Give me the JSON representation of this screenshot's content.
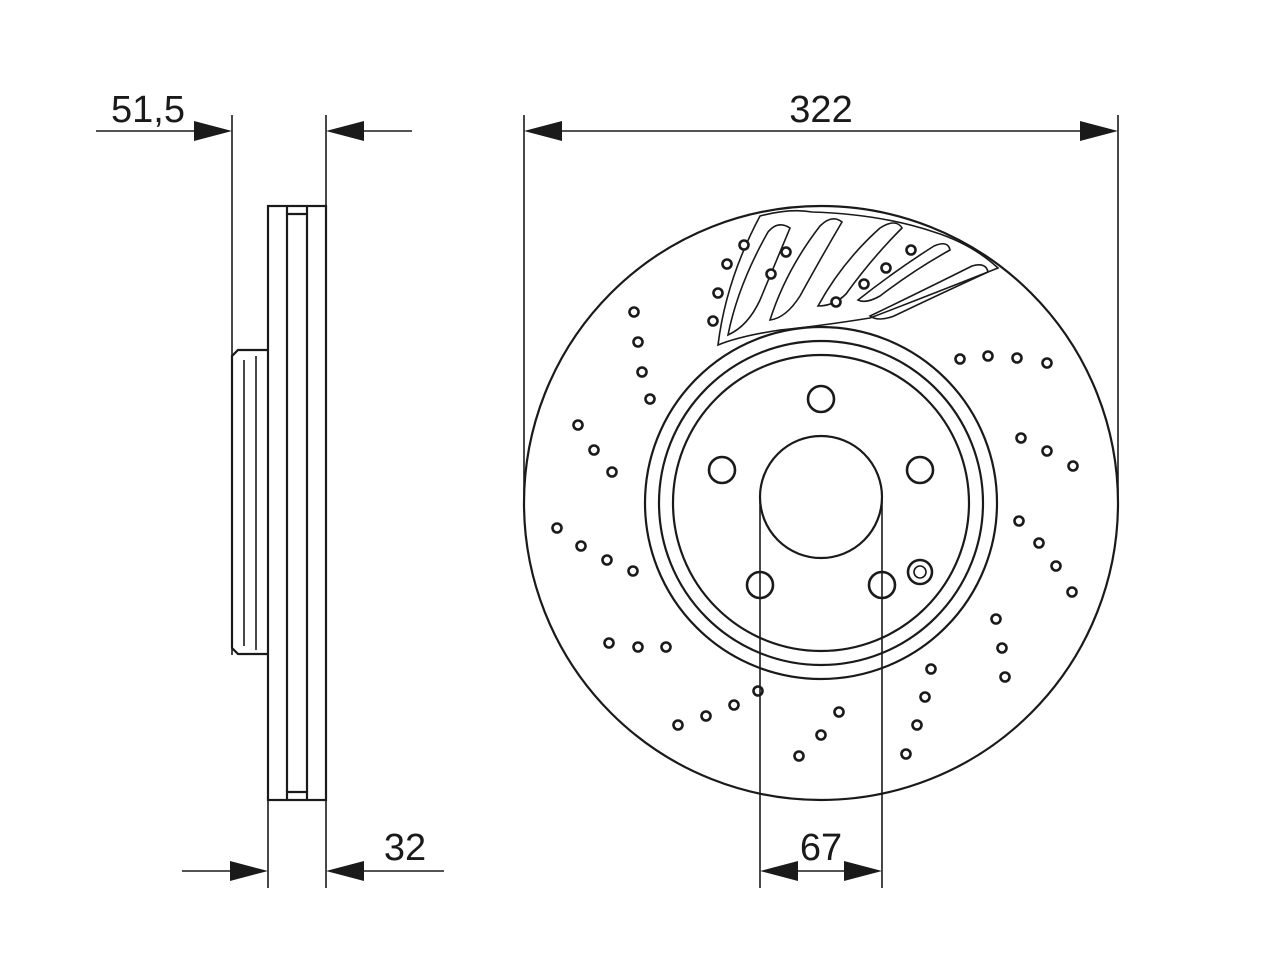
{
  "drawing": {
    "kind": "brake-disc-technical-drawing",
    "line_color": "#1a1a1a",
    "background": "#ffffff"
  },
  "dimensions": {
    "overall_diameter": "322",
    "offset_height": "51,5",
    "thickness": "32",
    "hub_bore": "67"
  }
}
